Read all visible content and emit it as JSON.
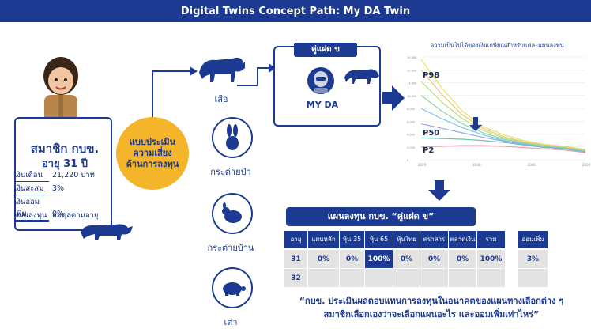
{
  "banner": {
    "title": "Digital Twins Concept Path: My DA Twin"
  },
  "member": {
    "title": "สมาชิก กบข.",
    "age": "อายุ 31 ปี",
    "rows": [
      {
        "label": "เงินเดือน",
        "value": "21,220 บาท"
      },
      {
        "label": "เงินสะสม",
        "value": "3%"
      },
      {
        "label": "เงินออมเพิ่ม",
        "value": "0%"
      },
      {
        "label": "แผนลงทุน",
        "value": "สมดุลตามอายุ"
      }
    ]
  },
  "assessment": {
    "label": "แบบประเมิน ความเสี่ยง ด้านการลงทุน"
  },
  "animals": [
    {
      "name": "tiger",
      "label": "เสือ"
    },
    {
      "name": "wild-rabbit",
      "label": "กระต่ายป่า"
    },
    {
      "name": "home-rabbit",
      "label": "กระต่ายบ้าน"
    },
    {
      "name": "turtle",
      "label": "เต่า"
    }
  ],
  "myda": {
    "tag": "คู่แฝด ข",
    "name": "MY DA"
  },
  "chart_data": {
    "type": "line",
    "title": "ความเป็นไปได้ของเงินเกษียณสำหรับแต่ละแผนลงทุน",
    "xlabel": "",
    "ylabel": "",
    "annotations": [
      "P98",
      "P50",
      "P2"
    ],
    "x_tick_labels": [
      "2020",
      "2030",
      "2040",
      "2050"
    ],
    "y_tick_labels": [
      "10,000",
      "12,000",
      "14,000",
      "16,000",
      "8,000",
      "6,000",
      "4,000",
      "2,000",
      "0"
    ],
    "grid": true,
    "series": [
      {
        "color": "#e6e36b",
        "values": [
          15.6,
          11.2,
          7.6,
          5.2,
          3.9,
          3.0,
          2.4,
          2.1,
          1.6
        ]
      },
      {
        "color": "#f0c27a",
        "values": [
          14.0,
          10.2,
          7.0,
          4.9,
          3.6,
          2.8,
          2.3,
          2.0,
          1.5
        ]
      },
      {
        "color": "#b8e07a",
        "values": [
          12.2,
          9.0,
          6.4,
          4.6,
          3.4,
          2.7,
          2.2,
          1.9,
          1.4
        ]
      },
      {
        "color": "#8fd6a8",
        "values": [
          10.0,
          7.6,
          5.6,
          4.2,
          3.2,
          2.6,
          2.1,
          1.8,
          1.3
        ]
      },
      {
        "color": "#79c6e6",
        "values": [
          8.0,
          6.4,
          5.0,
          3.9,
          3.0,
          2.5,
          2.0,
          1.8,
          1.3
        ]
      },
      {
        "color": "#9aa7e8",
        "values": [
          5.6,
          4.9,
          4.2,
          3.5,
          2.9,
          2.4,
          2.0,
          1.7,
          1.2
        ]
      },
      {
        "color": "#6ec4b0",
        "values": [
          3.4,
          3.3,
          3.2,
          3.0,
          2.7,
          2.3,
          1.9,
          1.7,
          1.2
        ]
      },
      {
        "color": "#e69aa8",
        "values": [
          2.0,
          2.1,
          2.2,
          2.2,
          2.1,
          1.9,
          1.7,
          1.5,
          1.1
        ]
      }
    ]
  },
  "plan": {
    "header": "แผนลงทุน กบข. “คู่แฝด ข”",
    "columns": [
      "อายุ",
      "แผนหลัก",
      "หุ้น 35",
      "หุ้น 65",
      "หุ้นไทย",
      "ตราสารหนี้",
      "ตลาดเงิน",
      "รวม"
    ],
    "extra_column": "ออมเพิ่ม",
    "rows": [
      {
        "cells": [
          "31",
          "0%",
          "0%",
          "100%",
          "0%",
          "0%",
          "0%",
          "100%"
        ],
        "extra": "3%"
      },
      {
        "cells": [
          "32",
          "",
          "",
          "",
          "",
          "",
          "",
          ""
        ],
        "extra": ""
      }
    ]
  },
  "quote": {
    "line1": "“กบข. ประเมินผลตอบแทนการลงทุนในอนาคตของแผนทางเลือกต่าง ๆ",
    "line2": "สมาชิกเลือกเองว่าจะเลือกแผนอะไร และออมเพิ่มเท่าไหร่”"
  },
  "colors": {
    "navy": "#1c3a92",
    "gold": "#f4b52a"
  }
}
